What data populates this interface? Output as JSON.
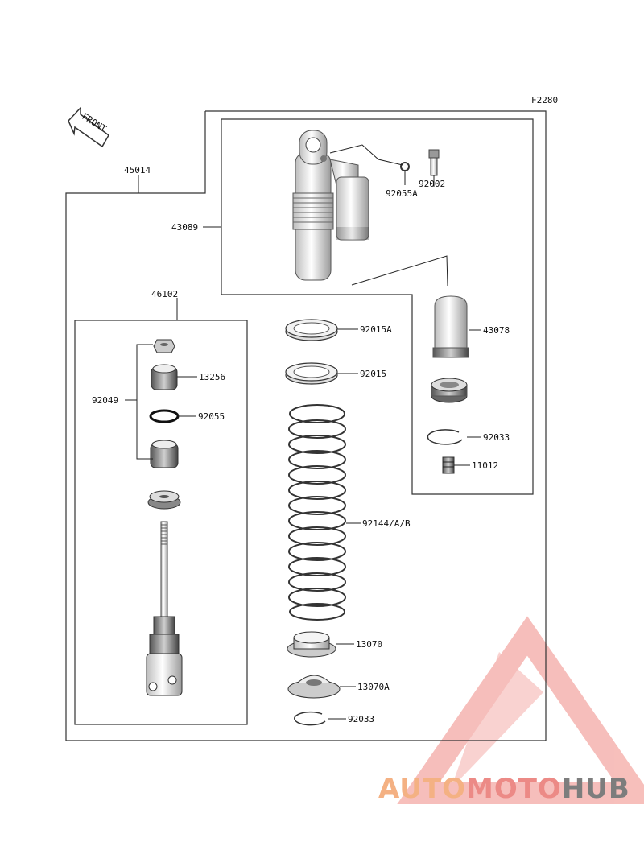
{
  "figure_code": "F2280",
  "front_label": "FRONT",
  "labels": {
    "p45014": "45014",
    "p43089": "43089",
    "p92055A": "92055A",
    "p92002": "92002",
    "p46102": "46102",
    "p92015A": "92015A",
    "p92015": "92015",
    "p43078": "43078",
    "p13256": "13256",
    "p92049": "92049",
    "p92055": "92055",
    "p92033a": "92033",
    "p11012": "11012",
    "p92144": "92144/A/B",
    "p13070": "13070",
    "p13070A": "13070A",
    "p92033b": "92033"
  },
  "logo": {
    "part1": "AUTO",
    "part2": "MOTO",
    "part3": "HUB",
    "colors": {
      "part1": "#f4b183",
      "part2": "#ec8a86",
      "part3": "#7d7d7d",
      "triangle": "#f08a84"
    }
  }
}
